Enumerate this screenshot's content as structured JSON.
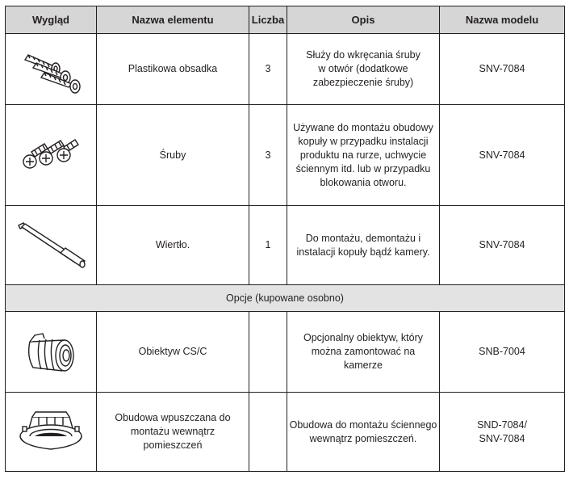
{
  "headers": {
    "appearance": "Wygląd",
    "name": "Nazwa elementu",
    "count": "Liczba",
    "description": "Opis",
    "model": "Nazwa modelu"
  },
  "rows": [
    {
      "icon": "plastic-anchor-icon",
      "name": "Plastikowa obsadka",
      "count": "3",
      "description": "Służy do wkręcania śruby w otwór (dodatkowe zabezpieczenie śruby)",
      "model": "SNV-7084"
    },
    {
      "icon": "screws-icon",
      "name": "Śruby",
      "count": "3",
      "description": "Używane do montażu obudowy kopuły w przypadku instalacji produktu na rurze, uchwycie ściennym itd. lub w przypadku blokowania otworu.",
      "model": "SNV-7084"
    },
    {
      "icon": "drill-bit-icon",
      "name": "Wiertło.",
      "count": "1",
      "description": "Do montażu, demontażu i instalacji kopuły bądź kamery.",
      "model": "SNV-7084"
    }
  ],
  "options_header": "Opcje (kupowane osobno)",
  "option_rows": [
    {
      "icon": "lens-icon",
      "name": "Obiektyw CS/C",
      "count": "",
      "description": "Opcjonalny obiektyw, który można zamontować na kamerze",
      "model": "SNB-7004"
    },
    {
      "icon": "flush-mount-housing-icon",
      "name": "Obudowa wpuszczana do montażu wewnątrz pomieszczeń",
      "count": "",
      "description": "Obudowa do montażu ściennego wewnątrz pomieszczeń.",
      "model": "SND-7084/ SNV-7084"
    }
  ]
}
